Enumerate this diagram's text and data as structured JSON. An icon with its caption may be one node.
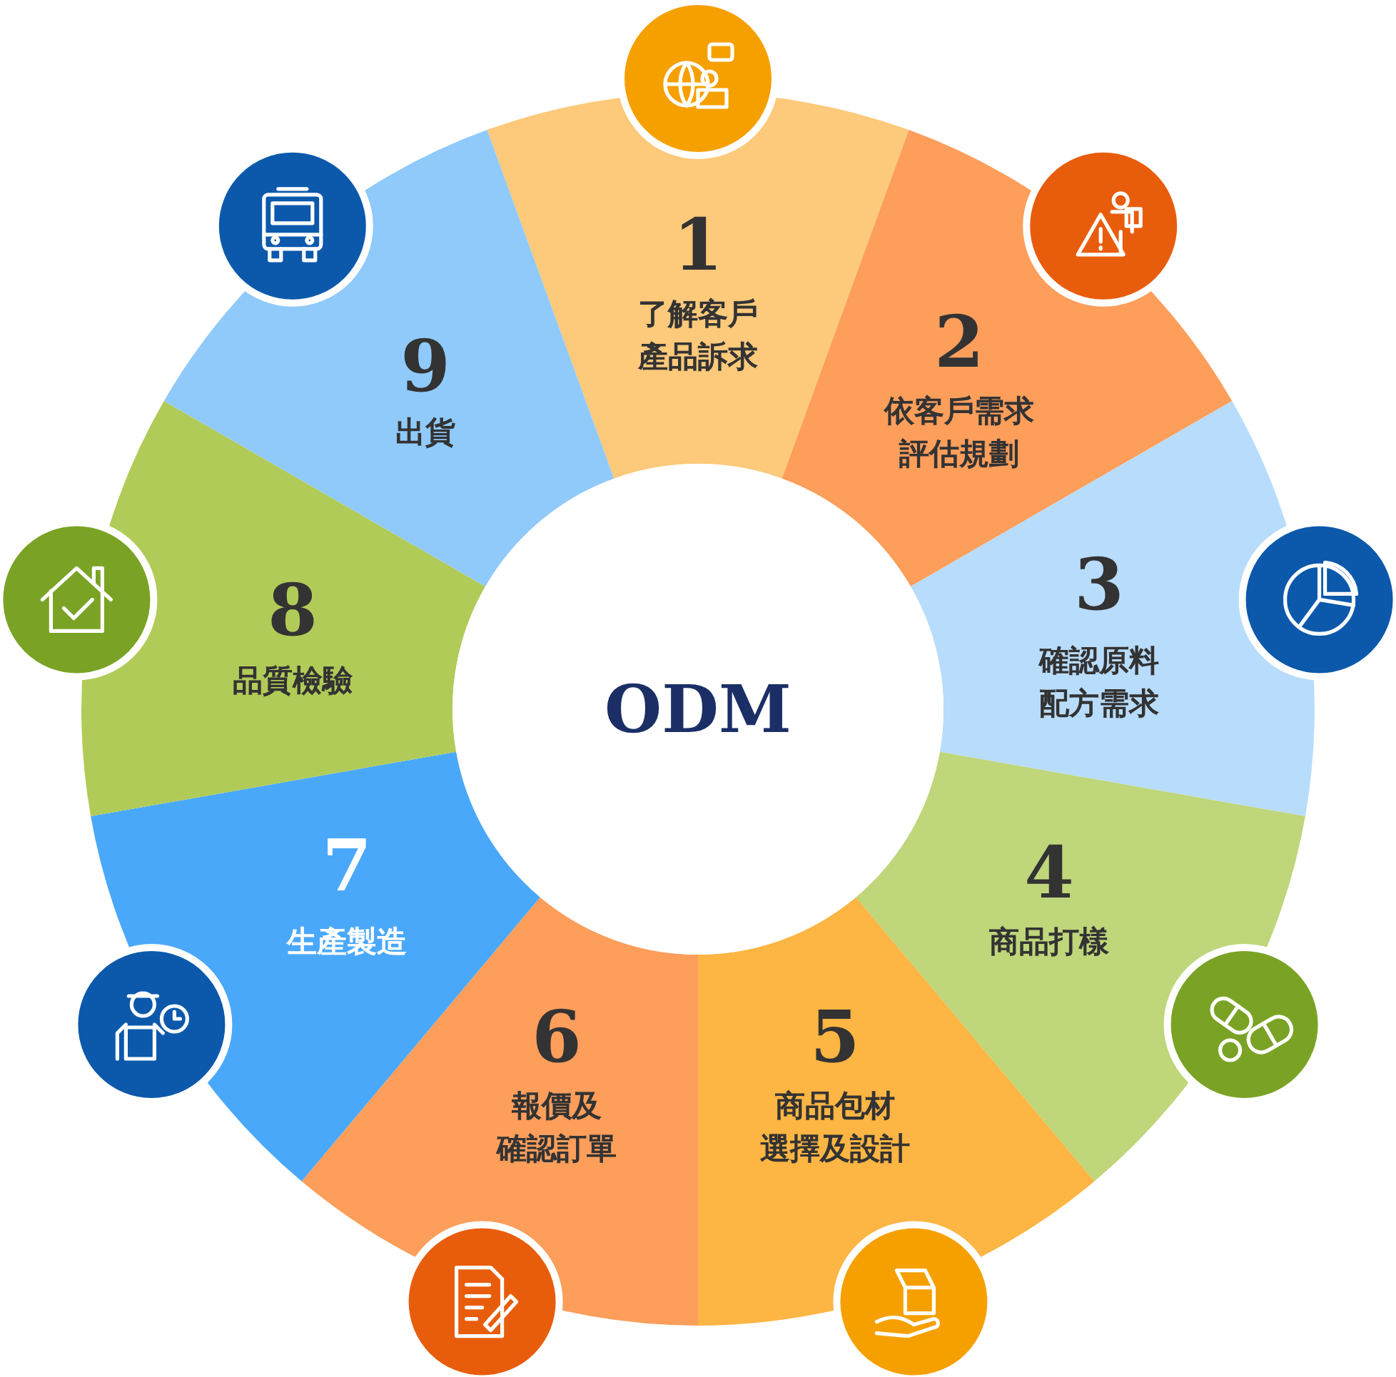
{
  "diagram": {
    "nodes": [
      {
        "text": [
          "1",
          "了解客戶產品訴求"
        ]
      },
      {
        "text": [
          "2",
          "依客戶需求評估規劃"
        ]
      },
      {
        "text": [
          "3",
          "確認原料配方需求"
        ]
      },
      {
        "text": [
          "4",
          "商品打樣"
        ]
      },
      {
        "text": [
          "5",
          "商品包材選擇及設計"
        ]
      },
      {
        "text": [
          "6",
          "報價及確認訂單"
        ]
      },
      {
        "text": [
          "7",
          "生產製造"
        ]
      },
      {
        "text": [
          "8",
          "品質檢驗"
        ]
      },
      {
        "text": [
          "9",
          "出貨"
        ]
      },
      {
        "text": [
          "ODM"
        ]
      }
    ]
  }
}
